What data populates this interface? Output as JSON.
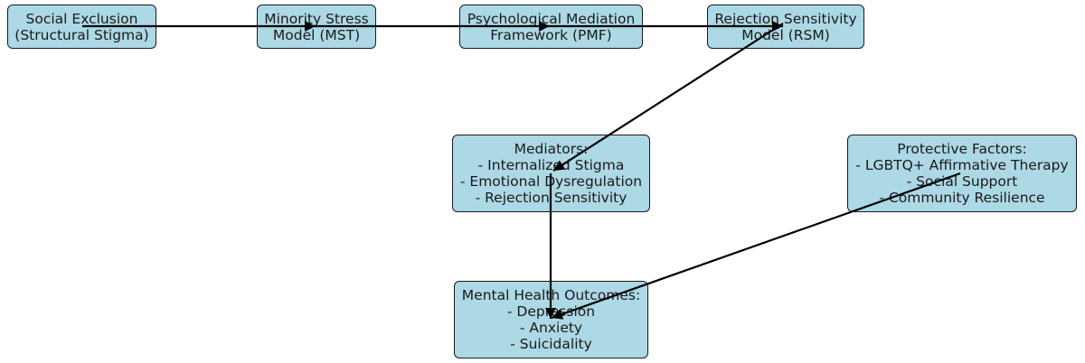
{
  "nodes": {
    "social_exclusion": {
      "lines": [
        "Social Exclusion",
        "(Structural Stigma)"
      ]
    },
    "minority_stress": {
      "lines": [
        "Minority Stress",
        "Model (MST)"
      ]
    },
    "psychological_mediation": {
      "lines": [
        "Psychological Mediation",
        "Framework (PMF)"
      ]
    },
    "rejection_sensitivity": {
      "lines": [
        "Rejection Sensitivity",
        "Model (RSM)"
      ]
    },
    "mediators": {
      "lines": [
        "Mediators:",
        "- Internalized Stigma",
        "- Emotional Dysregulation",
        "- Rejection Sensitivity"
      ]
    },
    "protective_factors": {
      "lines": [
        "Protective Factors:",
        "- LGBTQ+ Affirmative Therapy",
        "- Social Support",
        "- Community Resilience"
      ]
    },
    "mental_health_outcomes": {
      "lines": [
        "Mental Health Outcomes:",
        "- Depression",
        "- Anxiety",
        "- Suicidality"
      ]
    }
  },
  "edges": [
    {
      "from": "social_exclusion",
      "to": "minority_stress"
    },
    {
      "from": "minority_stress",
      "to": "psychological_mediation"
    },
    {
      "from": "psychological_mediation",
      "to": "rejection_sensitivity"
    },
    {
      "from": "rejection_sensitivity",
      "to": "mediators"
    },
    {
      "from": "mediators",
      "to": "mental_health_outcomes"
    },
    {
      "from": "protective_factors",
      "to": "mental_health_outcomes"
    }
  ],
  "colors": {
    "node_fill": "#add8e6",
    "node_border": "#1a1a1a",
    "arrow": "#000000"
  }
}
